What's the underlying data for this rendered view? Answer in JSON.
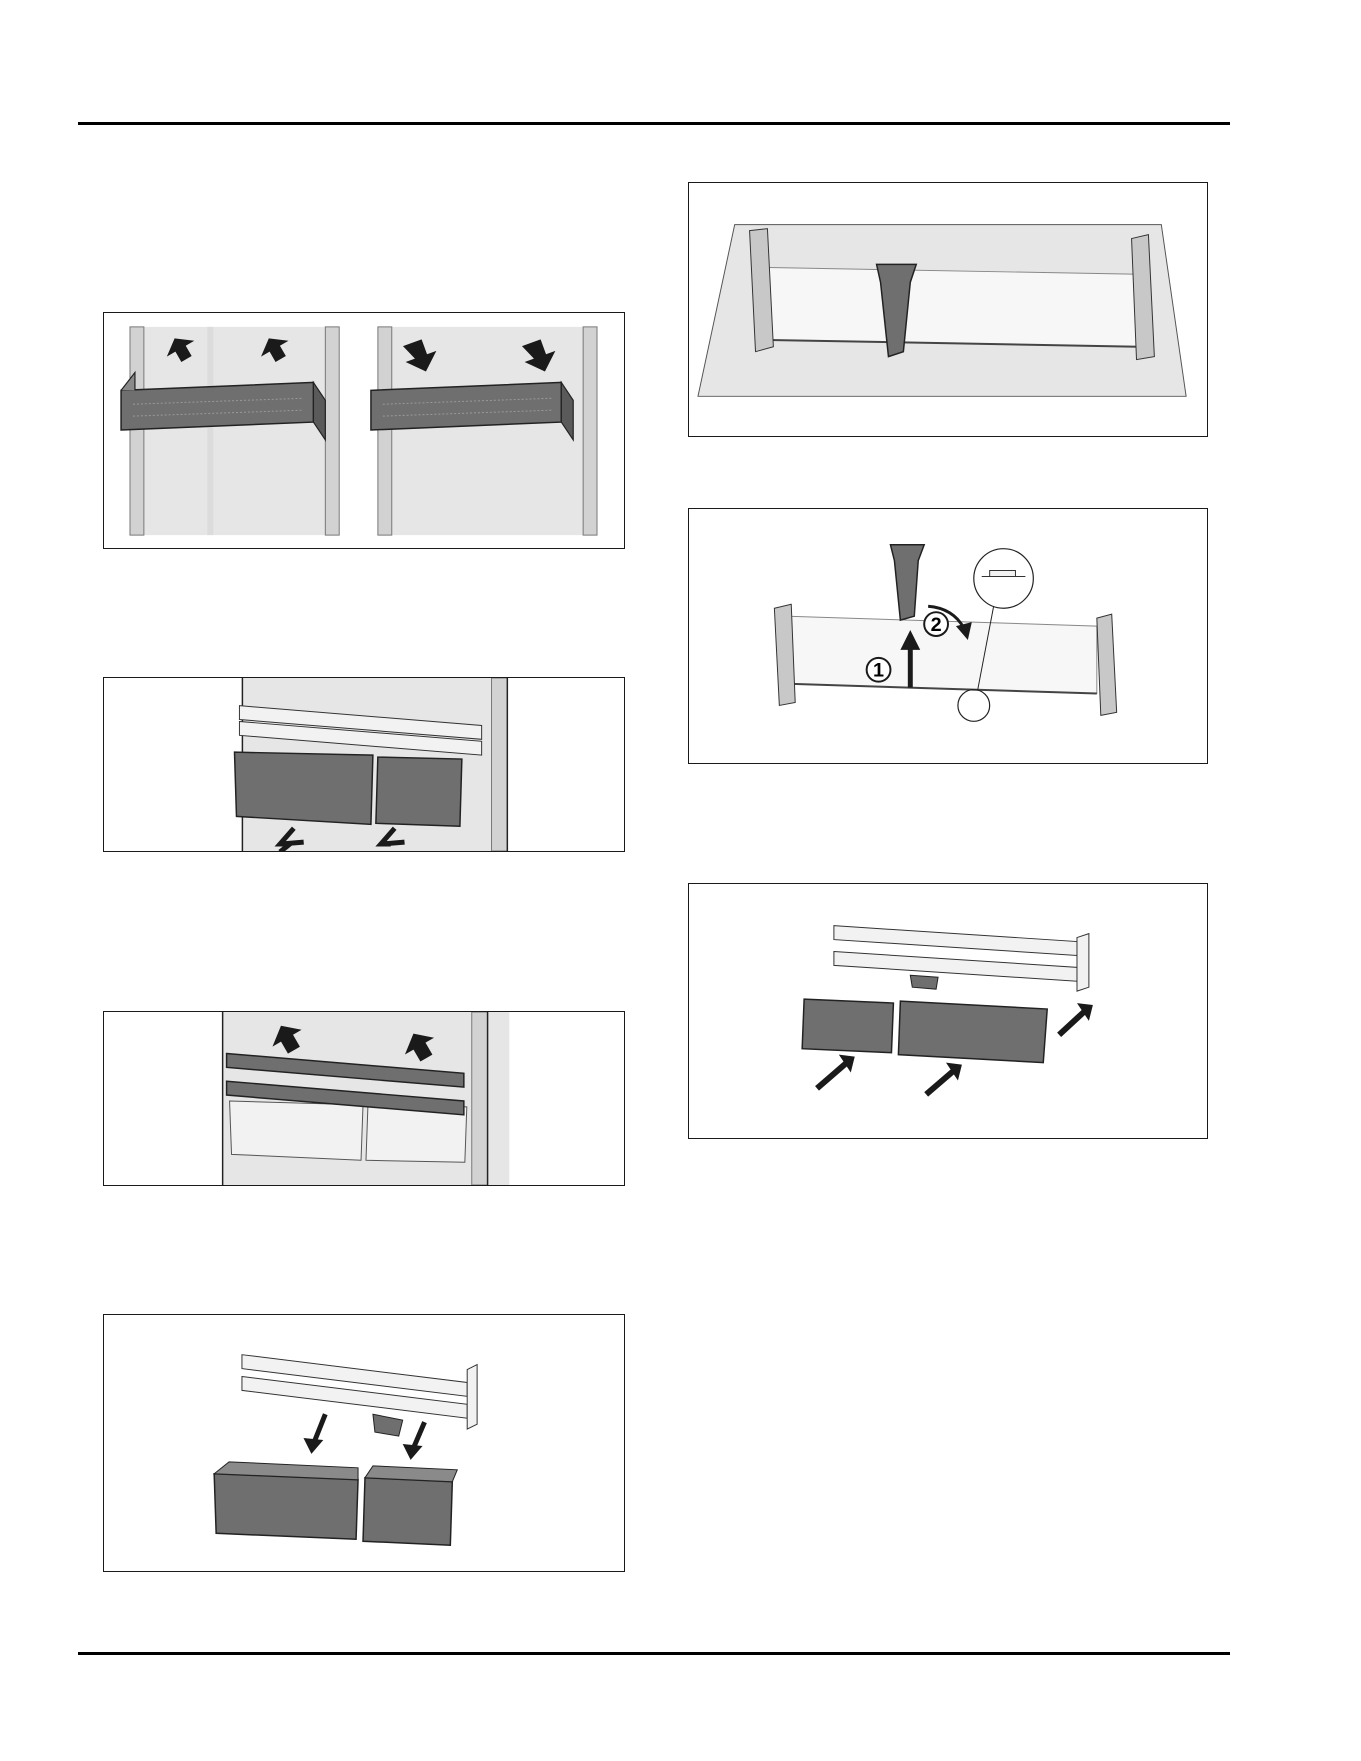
{
  "page": {
    "figures": [
      {
        "id": "fig-door-shelf-removal",
        "step_labels": []
      },
      {
        "id": "fig-drawers-pull-out",
        "step_labels": []
      },
      {
        "id": "fig-drawer-frame-lift",
        "step_labels": []
      },
      {
        "id": "fig-drawers-detach",
        "step_labels": []
      },
      {
        "id": "fig-shelf-with-support",
        "step_labels": []
      },
      {
        "id": "fig-support-removal",
        "step_labels": [
          "1",
          "2"
        ]
      },
      {
        "id": "fig-drawers-insert",
        "step_labels": []
      }
    ]
  },
  "colors": {
    "rule": "#000000",
    "frame": "#1a1a1a",
    "panel": "#e6e6e6",
    "part_dark": "#6f6f6f",
    "part_light": "#f2f2f2",
    "arrow": "#1a1a1a"
  }
}
